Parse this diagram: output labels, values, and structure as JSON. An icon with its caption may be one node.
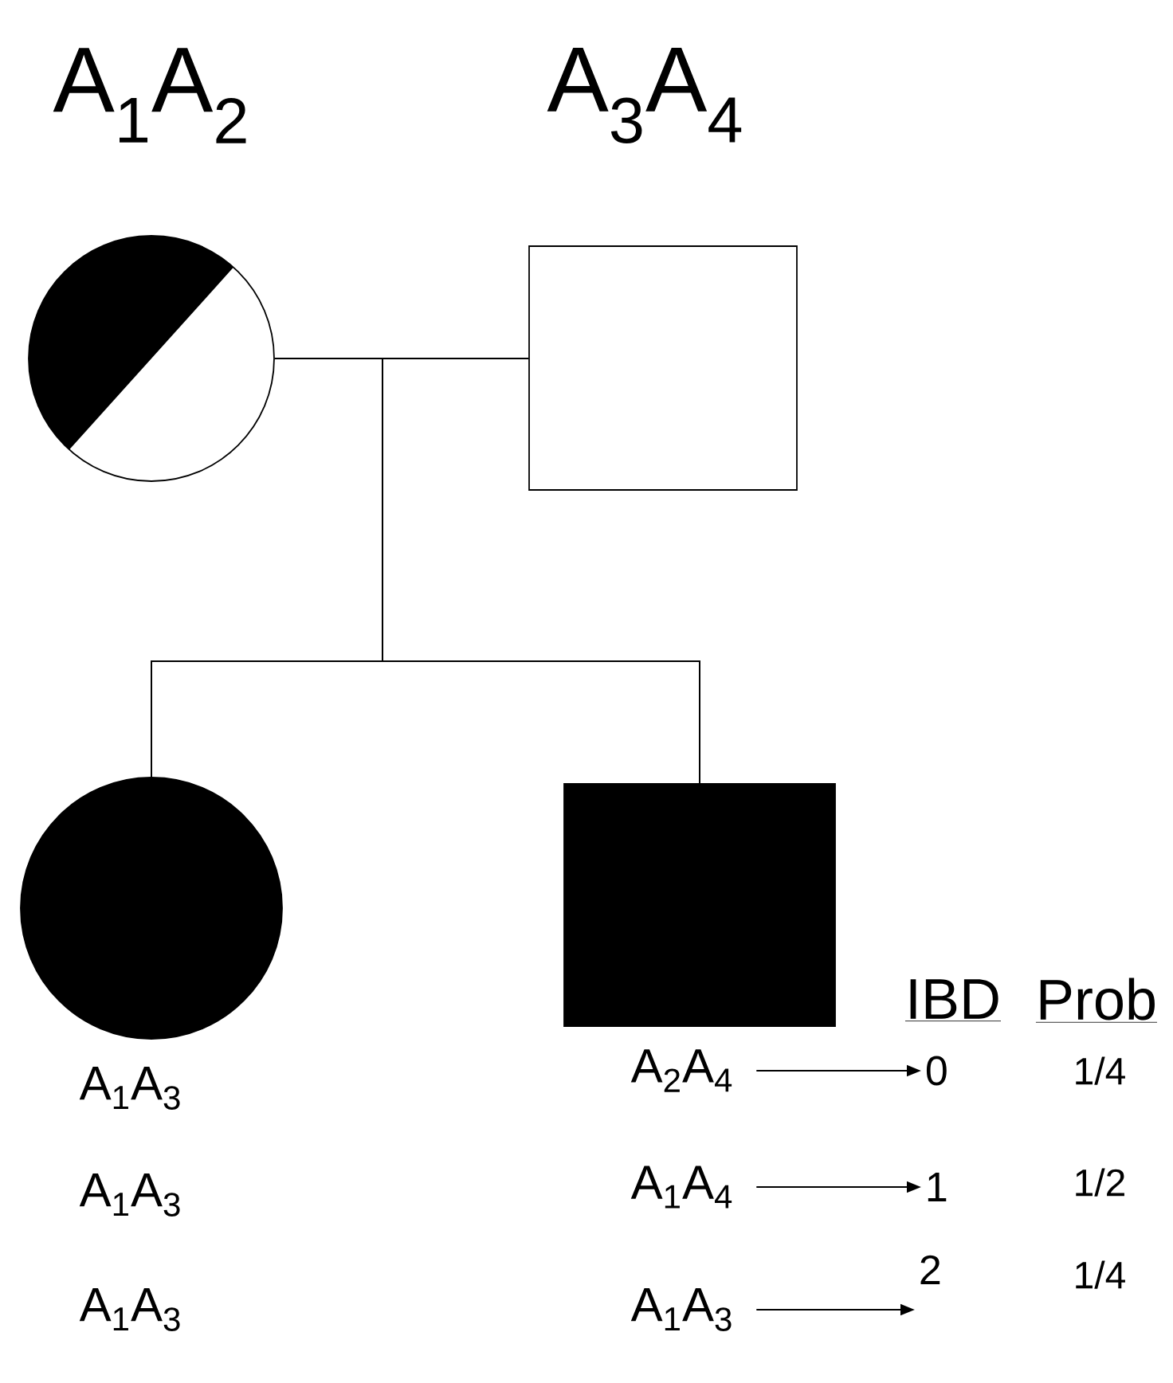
{
  "diagram": {
    "nodes": [
      {
        "text": [],
        "shape": "circle",
        "beside": [
          "A$_{1}$A$_{2}$"
        ]
      },
      {
        "text": [],
        "shape": "box",
        "beside": [
          "A$_{3}$A$_{4}$"
        ]
      },
      {
        "text": [],
        "shape": "circle",
        "beside": [
          "A$_{1}$A$_{3}$",
          "A$_{1}$A$_{3}$",
          "A$_{1}$A$_{3}$"
        ]
      },
      {
        "text": [],
        "shape": "box"
      },
      {
        "text": [
          "A$_{2}$A$_{4}$"
        ]
      },
      {
        "text": [
          "A$_{1}$A$_{4}$"
        ]
      },
      {
        "text": [
          "A$_{1}$A$_{3}$"
        ]
      },
      {
        "text": [
          "0"
        ]
      },
      {
        "text": [
          "1"
        ]
      },
      {
        "text": [
          "2"
        ]
      }
    ],
    "edges": [
      {
        "from": 0,
        "to": 1,
        "arrow": "none"
      },
      {
        "from": 0,
        "to": 2,
        "arrow": "none"
      },
      {
        "from": 1,
        "to": 2,
        "arrow": "none"
      },
      {
        "from": 0,
        "to": 3,
        "arrow": "none"
      },
      {
        "from": 1,
        "to": 3,
        "arrow": "none"
      },
      {
        "from": 4,
        "to": 7,
        "arrow": "to"
      },
      {
        "from": 5,
        "to": 8,
        "arrow": "to"
      },
      {
        "from": 6,
        "to": 9,
        "arrow": "to"
      }
    ],
    "labels": [
      "IBD",
      "Prob",
      "1/4",
      "1/2",
      "1/4"
    ]
  }
}
